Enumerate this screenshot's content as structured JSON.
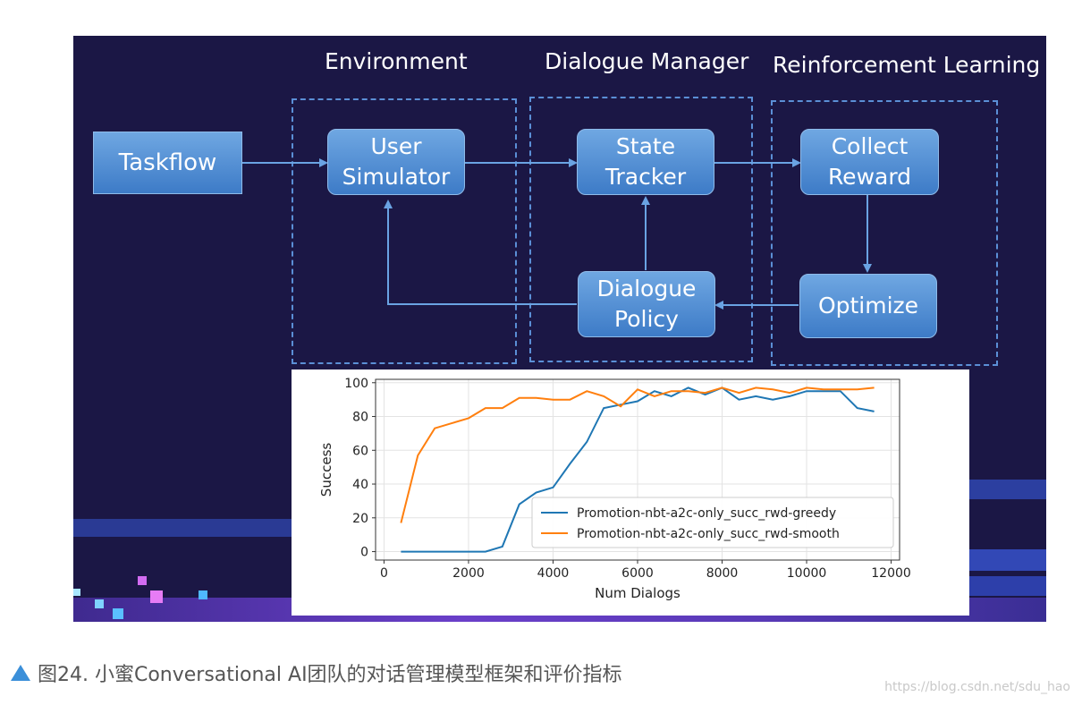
{
  "diagram": {
    "sections": {
      "environment": "Environment",
      "dialogue_manager": "Dialogue Manager",
      "reinforcement_learning": "Reinforcement Learning"
    },
    "nodes": {
      "taskflow": "Taskflow",
      "user_simulator": "User\nSimulator",
      "state_tracker": "State\nTracker",
      "collect_reward": "Collect\nReward",
      "dialogue_policy": "Dialogue\nPolicy",
      "optimize": "Optimize"
    },
    "colors": {
      "background": "#1b1745",
      "node": "#4f8fd6",
      "dashed": "#5b8fd6",
      "arrow": "#6aa3e3"
    }
  },
  "chart_data": {
    "type": "line",
    "xlabel": "Num Dialogs",
    "ylabel": "Success",
    "xlim": [
      -200,
      12200
    ],
    "ylim": [
      -5,
      102
    ],
    "xticks": [
      0,
      2000,
      4000,
      6000,
      8000,
      10000,
      12000
    ],
    "yticks": [
      0,
      20,
      40,
      60,
      80,
      100
    ],
    "grid": true,
    "legend_position": "lower-right",
    "series": [
      {
        "name": "Promotion-nbt-a2c-only_succ_rwd-greedy",
        "color": "#1f77b4",
        "x": [
          400,
          800,
          1200,
          1600,
          2000,
          2400,
          2800,
          3200,
          3600,
          4000,
          4400,
          4800,
          5200,
          5600,
          6000,
          6400,
          6800,
          7200,
          7600,
          8000,
          8400,
          8800,
          9200,
          9600,
          10000,
          10400,
          10800,
          11200,
          11600
        ],
        "y": [
          0,
          0,
          0,
          0,
          0,
          0,
          3,
          28,
          35,
          38,
          52,
          65,
          85,
          87,
          89,
          95,
          92,
          97,
          93,
          97,
          90,
          92,
          90,
          92,
          95,
          95,
          95,
          85,
          83
        ]
      },
      {
        "name": "Promotion-nbt-a2c-only_succ_rwd-smooth",
        "color": "#ff7f0e",
        "x": [
          400,
          800,
          1200,
          1600,
          2000,
          2400,
          2800,
          3200,
          3600,
          4000,
          4400,
          4800,
          5200,
          5600,
          6000,
          6400,
          6800,
          7200,
          7600,
          8000,
          8400,
          8800,
          9200,
          9600,
          10000,
          10400,
          10800,
          11200,
          11600
        ],
        "y": [
          17,
          57,
          73,
          76,
          79,
          85,
          85,
          91,
          91,
          90,
          90,
          95,
          92,
          86,
          96,
          92,
          95,
          95,
          94,
          97,
          94,
          97,
          96,
          94,
          97,
          96,
          96,
          96,
          97
        ]
      }
    ]
  },
  "caption": "图24. 小蜜Conversational AI团队的对话管理模型框架和评价指标",
  "watermark": "https://blog.csdn.net/sdu_hao"
}
